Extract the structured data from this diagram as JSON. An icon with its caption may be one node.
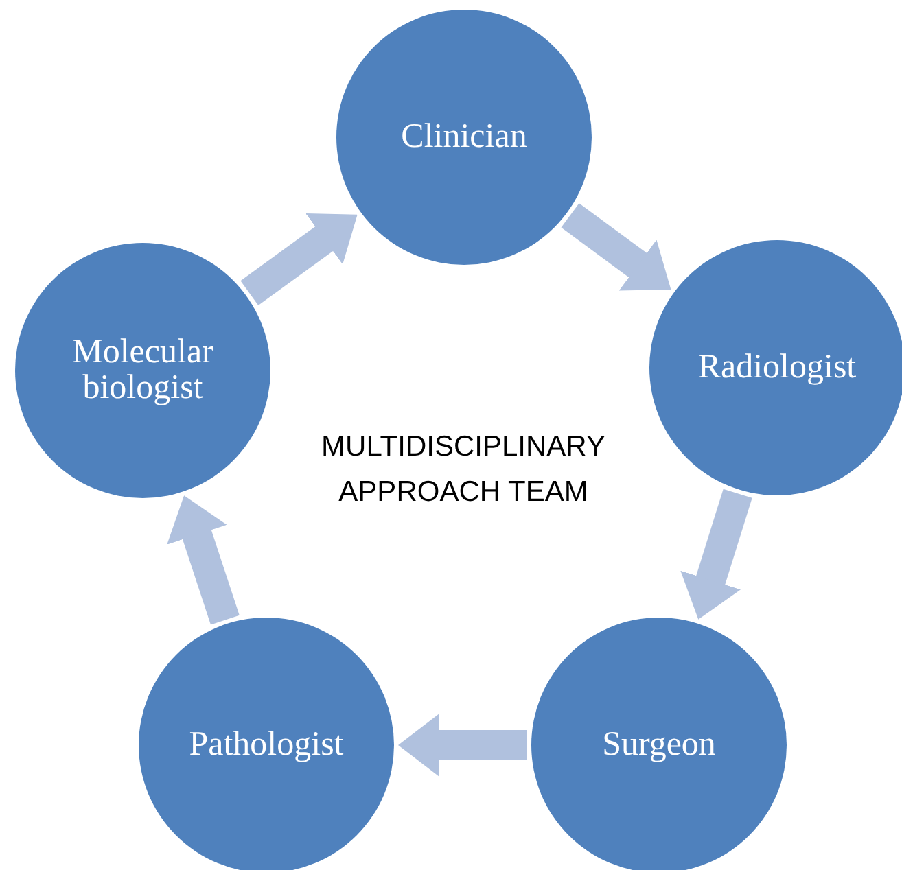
{
  "diagram": {
    "nodes": [
      {
        "text": [
          "Clinician"
        ]
      },
      {
        "text": [
          "Radiologist"
        ]
      },
      {
        "text": [
          "Surgeon"
        ]
      },
      {
        "text": [
          "Pathologist"
        ]
      },
      {
        "text": [
          "Molecular biologist"
        ]
      }
    ],
    "edges": [
      {
        "from": 0,
        "to": 1,
        "arrow": "to"
      },
      {
        "from": 1,
        "to": 2,
        "arrow": "to"
      },
      {
        "from": 2,
        "to": 3,
        "arrow": "to"
      },
      {
        "from": 3,
        "to": 4,
        "arrow": "to"
      },
      {
        "from": 4,
        "to": 0,
        "arrow": "to"
      }
    ],
    "labels": [
      "MULTIDISCIPLINARY APPROACH TEAM"
    ]
  }
}
